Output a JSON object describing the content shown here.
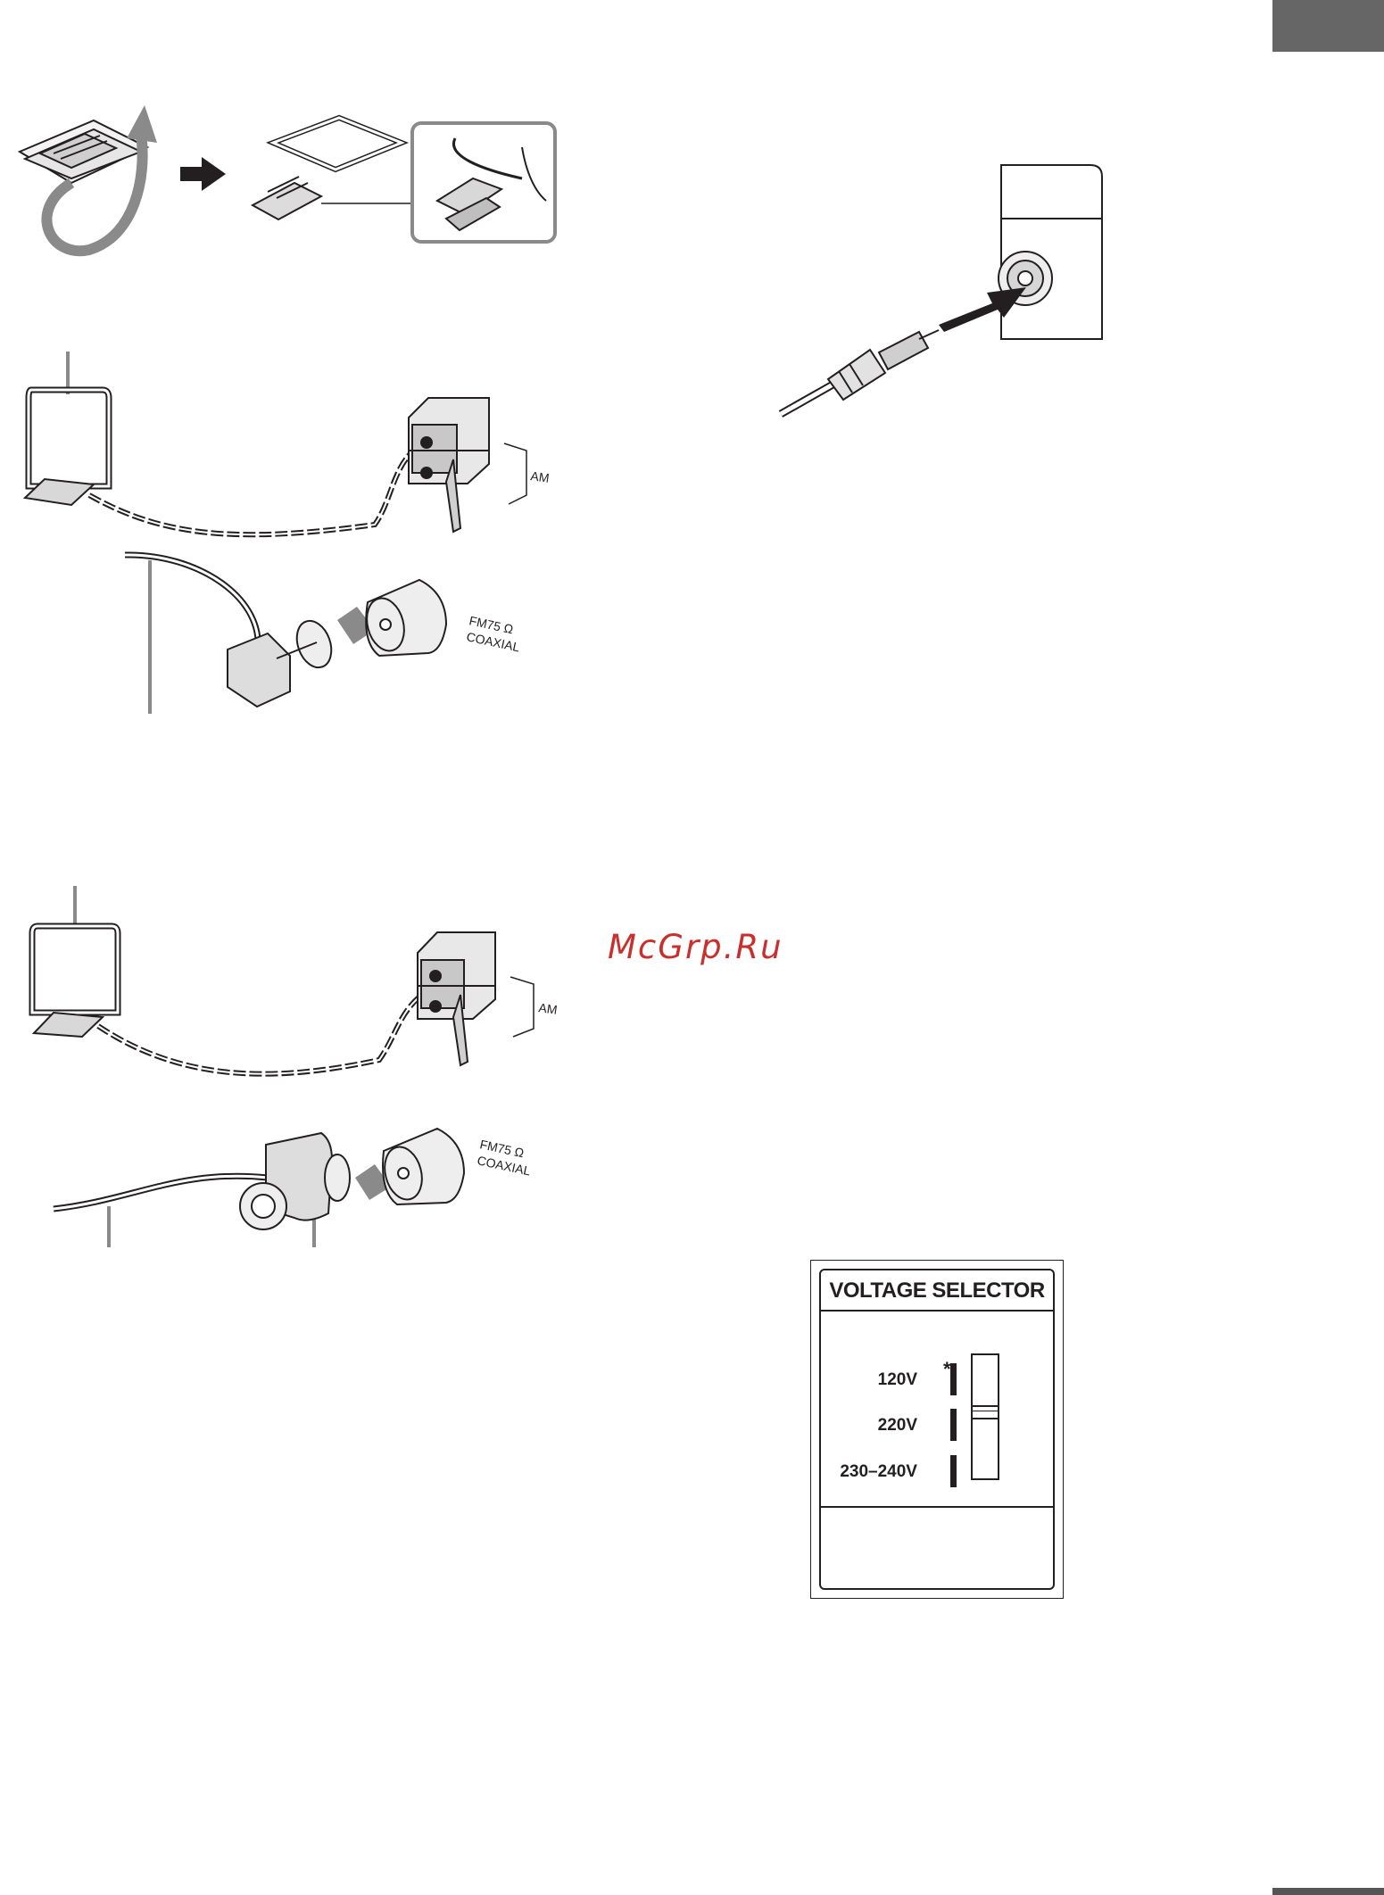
{
  "top_tab": {
    "color": "#666666"
  },
  "bottom_bar": {
    "color": "#555555"
  },
  "watermark": {
    "text": "McGrp.Ru",
    "color": "#c8302e"
  },
  "am_antenna_diagram_1": {
    "am_label": "AM",
    "fm_label_line1": "FM75 Ω",
    "fm_label_line2": "COAXIAL"
  },
  "am_antenna_diagram_2": {
    "am_label": "AM",
    "fm_label_line1": "FM75 Ω",
    "fm_label_line2": "COAXIAL"
  },
  "voltage_selector": {
    "title": "VOLTAGE SELECTOR",
    "options": [
      "120V",
      "220V",
      "230–240V"
    ],
    "asterisk": "*",
    "selected": "220V"
  },
  "icons": [
    "loop-antenna-assembly-icon",
    "arrow-right-icon",
    "rotate-arrow-icon",
    "rca-plug-icon",
    "coaxial-connector-icon",
    "speaker-terminal-icon"
  ]
}
